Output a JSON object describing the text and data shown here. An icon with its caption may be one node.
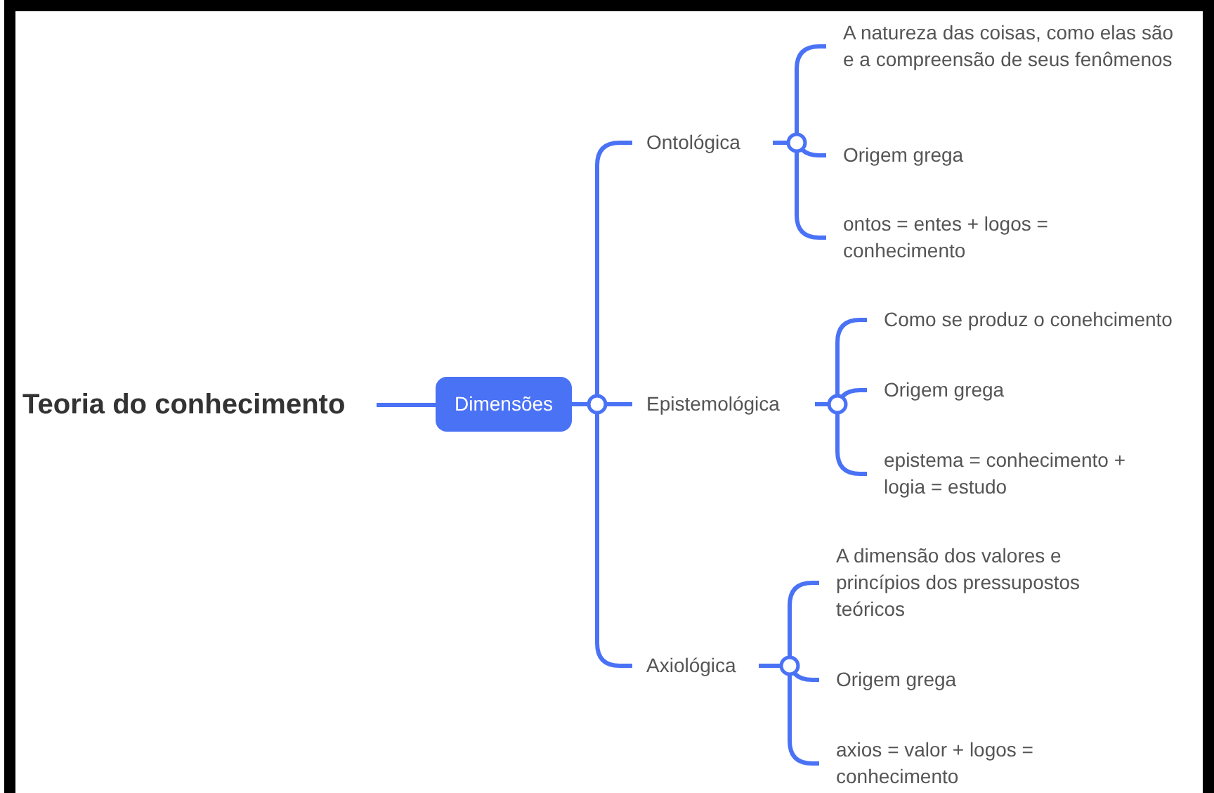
{
  "diagram": {
    "nodes": [
      {
        "text": [
          "Teoria do conhecimento"
        ]
      },
      {
        "text": [
          "Dimensões"
        ]
      },
      {
        "text": [
          "Ontológica"
        ]
      },
      {
        "text": [
          "Epistemológica"
        ]
      },
      {
        "text": [
          "Axiológica"
        ]
      },
      {
        "text": [
          "A natureza das coisas, como elas são e a compreensão de seus fenômenos"
        ]
      },
      {
        "text": [
          "Origem grega"
        ]
      },
      {
        "text": [
          "ontos = entes + logos = conhecimento"
        ]
      },
      {
        "text": [
          "Como se produz o conehcimento"
        ]
      },
      {
        "text": [
          "Origem grega"
        ]
      },
      {
        "text": [
          "epistema = conhecimento + logia = estudo"
        ]
      },
      {
        "text": [
          "A dimensão dos valores e princípios dos pressupostos teóricos"
        ]
      },
      {
        "text": [
          "Origem grega"
        ]
      },
      {
        "text": [
          "axios = valor + logos = conhecimento"
        ]
      }
    ],
    "edges": [
      {
        "from": 0,
        "to": 1,
        "arrow": "none"
      },
      {
        "from": 1,
        "to": 2,
        "arrow": "none"
      },
      {
        "from": 1,
        "to": 3,
        "arrow": "none"
      },
      {
        "from": 1,
        "to": 4,
        "arrow": "none"
      },
      {
        "from": 2,
        "to": 5,
        "arrow": "none"
      },
      {
        "from": 2,
        "to": 6,
        "arrow": "none"
      },
      {
        "from": 2,
        "to": 7,
        "arrow": "none"
      },
      {
        "from": 3,
        "to": 8,
        "arrow": "none"
      },
      {
        "from": 3,
        "to": 9,
        "arrow": "none"
      },
      {
        "from": 3,
        "to": 10,
        "arrow": "none"
      },
      {
        "from": 4,
        "to": 11,
        "arrow": "none"
      },
      {
        "from": 4,
        "to": 12,
        "arrow": "none"
      },
      {
        "from": 4,
        "to": 13,
        "arrow": "none"
      }
    ]
  }
}
